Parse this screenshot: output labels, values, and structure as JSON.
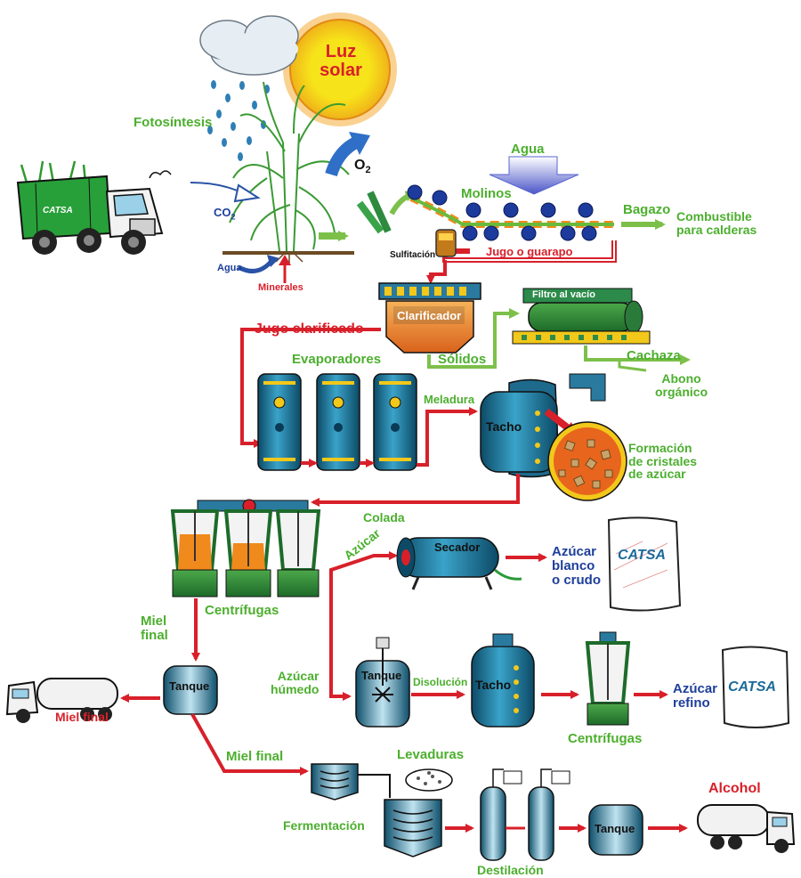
{
  "labels": {
    "sun": [
      "Luz",
      "solar"
    ],
    "photosynthesis": "Fotosíntesis",
    "co2": "CO",
    "co2_sub": "2",
    "o2": "O",
    "o2_sub": "2",
    "water_soil": "Agua",
    "minerals": "Minerales",
    "water_top": "Agua",
    "mills": "Molinos",
    "bagasse": "Bagazo",
    "fuel": [
      "Combustible",
      "para calderas"
    ],
    "sulfitation": "Sulfitación",
    "juice": "Jugo o guarapo",
    "clarifier": "Clarificador",
    "clarified_juice": "Jugo clarificado",
    "vacuum_filter": "Filtro al vacío",
    "solids": "Sólidos",
    "filter_cake": "Cachaza",
    "organic_fertilizer": [
      "Abono",
      "orgánico"
    ],
    "evaporators": "Evaporadores",
    "syrup": "Meladura",
    "pan": "Tacho",
    "crystal_formation": [
      "Formación",
      "de cristales",
      "de azúcar"
    ],
    "massecuite": "Colada",
    "centrifuges": "Centrífugas",
    "sugar": "Azúcar",
    "dryer": "Secador",
    "white_raw_sugar": [
      "Azúcar",
      "blanco",
      "o crudo"
    ],
    "final_molasses_a": [
      "Miel",
      "final"
    ],
    "tank_1": "Tanque",
    "final_molasses_truck": "Miel final",
    "wet_sugar": [
      "Azúcar",
      "húmedo"
    ],
    "tank_2": "Tanque",
    "dissolution": "Disolución",
    "pan_2": "Tacho",
    "centrifuges_2": "Centrífugas",
    "refined_sugar": [
      "Azúcar",
      "refino"
    ],
    "final_molasses_b": "Miel final",
    "yeasts": "Levaduras",
    "fermentation": "Fermentación",
    "distillation": "Destilación",
    "tank_3": "Tanque",
    "alcohol": "Alcohol"
  },
  "logos": {
    "brand": "CATSA"
  },
  "icons": [
    "sun-icon",
    "cloud-icon",
    "sugarcane-plant-icon",
    "cane-truck-icon",
    "mill-rollers-icon",
    "clarifier-tank-icon",
    "vacuum-filter-icon",
    "evaporator-icon",
    "vacuum-pan-icon",
    "sugar-crystals-icon",
    "centrifuge-icon",
    "dryer-icon",
    "sugar-sack-icon",
    "tank-icon",
    "molasses-truck-icon",
    "fermenter-icon",
    "distillation-column-icon",
    "alcohol-truck-icon"
  ],
  "colors": {
    "arrow_red": "#d8202a",
    "label_green": "#4caf2e",
    "label_blue": "#1e3f9a",
    "equipment_blue": "#1d6e8c",
    "sun_yellow": "#f7e31a",
    "orange": "#f08a1c"
  }
}
